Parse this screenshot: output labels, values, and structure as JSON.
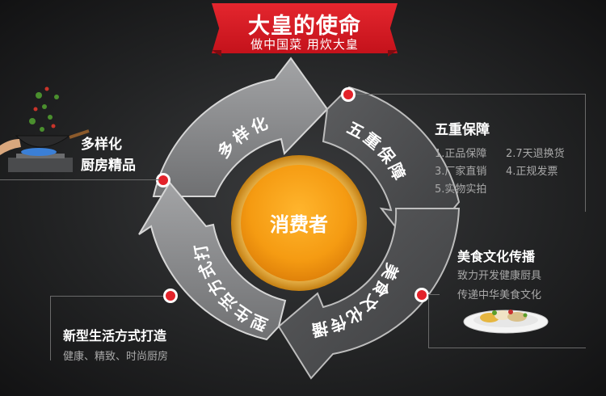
{
  "header": {
    "title": "大皇的使命",
    "subtitle": "做中国菜 用炊大皇"
  },
  "center": {
    "label": "消费者"
  },
  "segments": [
    {
      "label": "多样化"
    },
    {
      "label": "五重保障"
    },
    {
      "label": "美食文化传播"
    },
    {
      "label": "新型生活方式打造"
    }
  ],
  "panels": {
    "variety": {
      "line1": "多样化",
      "line2": "厨房精品"
    },
    "guarantee": {
      "title": "五重保障",
      "items": [
        "1.正品保障",
        "2.7天退换货",
        "3.厂家直销",
        "4.正规发票",
        "5.实物实拍"
      ]
    },
    "culture": {
      "title": "美食文化传播",
      "line1": "致力开发健康厨具",
      "line2": "传递中华美食文化"
    },
    "lifestyle": {
      "title": "新型生活方式打造",
      "desc": "健康、精致、时尚厨房"
    }
  },
  "colors": {
    "banner": "#d41b24",
    "ring": "#8a8b8d",
    "ring_light": "#c3c4c5",
    "center_orange": "#f39a12",
    "marker_red": "#e3222a"
  },
  "icons": [
    "wok-stove-icon",
    "dish-plate-icon"
  ]
}
